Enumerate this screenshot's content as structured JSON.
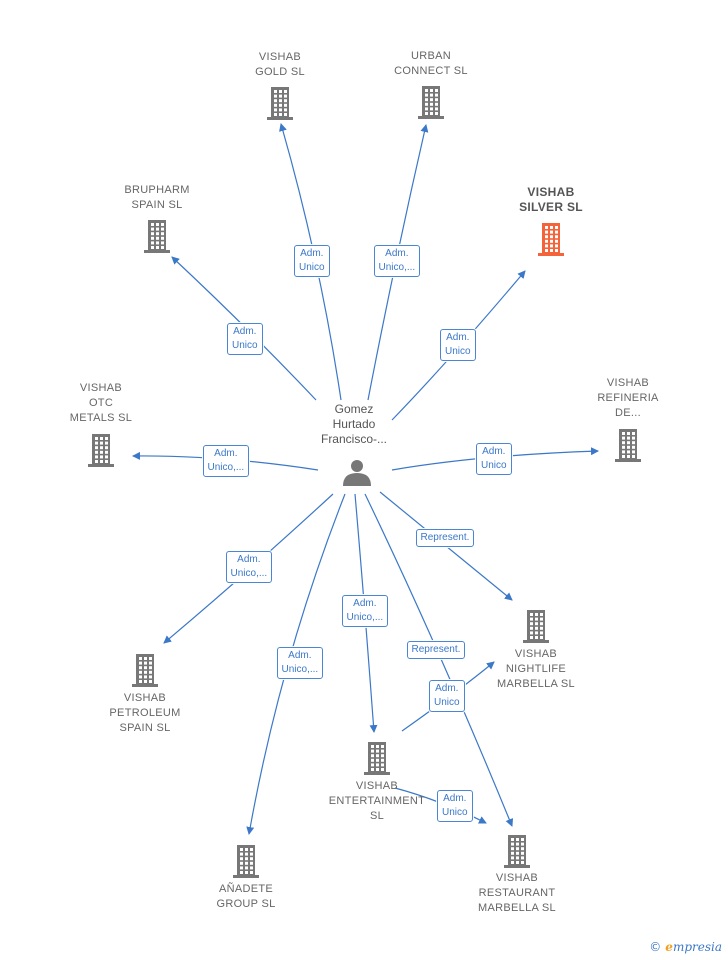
{
  "center": {
    "name": "Gomez\nHurtado\nFrancisco-..."
  },
  "colors": {
    "edge": "#3b78c8",
    "building": "#777777",
    "highlight": "#f4633a"
  },
  "nodes": [
    {
      "id": "vishab-gold",
      "name": "VISHAB\nGOLD  SL",
      "highlight": false
    },
    {
      "id": "urban-connect",
      "name": "URBAN\nCONNECT  SL",
      "highlight": false
    },
    {
      "id": "brupharm",
      "name": "BRUPHARM\nSPAIN  SL",
      "highlight": false
    },
    {
      "id": "vishab-silver",
      "name": "VISHAB\nSILVER  SL",
      "highlight": true
    },
    {
      "id": "vishab-otc",
      "name": "VISHAB\nOTC\nMETALS  SL",
      "highlight": false
    },
    {
      "id": "vishab-refineria",
      "name": "VISHAB\nREFINERIA\nDE...",
      "highlight": false
    },
    {
      "id": "vishab-nightlife",
      "name": "VISHAB\nNIGHTLIFE\nMARBELLA  SL",
      "highlight": false
    },
    {
      "id": "vishab-petroleum",
      "name": "VISHAB\nPETROLEUM\nSPAIN SL",
      "highlight": false
    },
    {
      "id": "vishab-entertainment",
      "name": "VISHAB\nENTERTAINMENT\nSL",
      "highlight": false
    },
    {
      "id": "anadete",
      "name": "AÑADETE\nGROUP  SL",
      "highlight": false
    },
    {
      "id": "vishab-restaurant",
      "name": "VISHAB\nRESTAURANT\nMARBELLA  SL",
      "highlight": false
    }
  ],
  "edges": [
    {
      "to": "vishab-gold",
      "label": "Adm.\nUnico"
    },
    {
      "to": "urban-connect",
      "label": "Adm.\nUnico,..."
    },
    {
      "to": "brupharm",
      "label": "Adm.\nUnico"
    },
    {
      "to": "vishab-silver",
      "label": "Adm.\nUnico"
    },
    {
      "to": "vishab-otc",
      "label": "Adm.\nUnico,..."
    },
    {
      "to": "vishab-refineria",
      "label": "Adm.\nUnico"
    },
    {
      "to": "vishab-nightlife",
      "label": "Represent."
    },
    {
      "to": "vishab-petroleum",
      "label": "Adm.\nUnico,..."
    },
    {
      "to": "vishab-entertainment",
      "label": "Adm.\nUnico,..."
    },
    {
      "to": "anadete",
      "label": "Adm.\nUnico,..."
    },
    {
      "to": "vishab-restaurant",
      "label": "Represent."
    },
    {
      "from": "vishab-entertainment",
      "to": "vishab-nightlife",
      "label": "Adm.\nUnico"
    },
    {
      "from": "vishab-entertainment",
      "to": "vishab-restaurant",
      "label": "Adm.\nUnico"
    }
  ],
  "brand": {
    "copyright": "©",
    "initial": "e",
    "name": "mpresia"
  }
}
